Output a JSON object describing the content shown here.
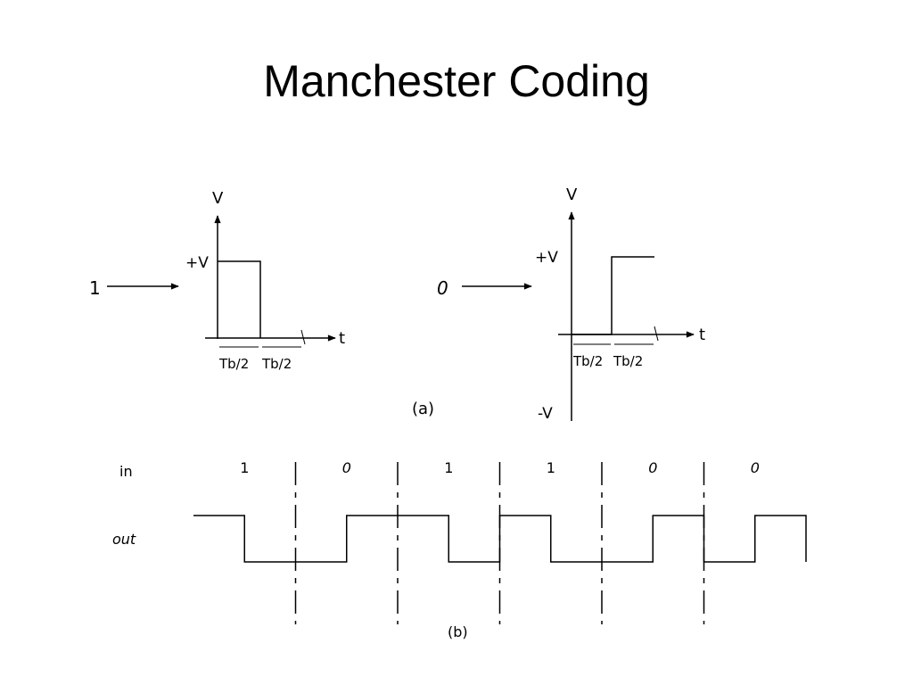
{
  "slide": {
    "title": "Manchester Coding"
  },
  "part_a": {
    "caption": "(a)",
    "one": {
      "input_label": "1",
      "v_axis": "V",
      "t_axis": "t",
      "plus_level": "+V",
      "half_period_1": "Tb/2",
      "half_period_2": "Tb/2"
    },
    "zero": {
      "input_label": "0",
      "v_axis": "V",
      "t_axis": "t",
      "plus_level": "+V",
      "minus_level": "-V",
      "half_period_1": "Tb/2",
      "half_period_2": "Tb/2"
    }
  },
  "part_b": {
    "caption": "(b)",
    "in_label": "in",
    "out_label": "out",
    "bits": [
      "1",
      "0",
      "1",
      "1",
      "0",
      "0"
    ]
  },
  "colors": {
    "ink": "#000000",
    "background": "#ffffff"
  }
}
